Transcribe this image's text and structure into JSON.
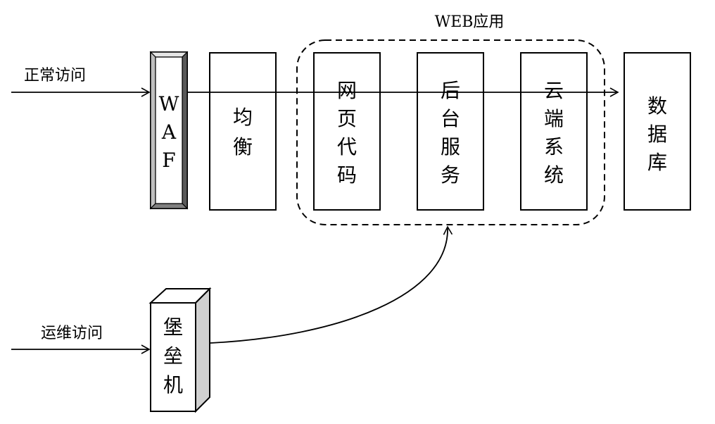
{
  "diagram": {
    "group_label": "WEB应用",
    "normal_access_label": "正常访问",
    "ops_access_label": "运维访问",
    "waf": [
      "W",
      "A",
      "F"
    ],
    "balancer": [
      "均",
      "衡"
    ],
    "web_code": [
      "网",
      "页",
      "代",
      "码"
    ],
    "backend_service": [
      "后",
      "台",
      "服",
      "务"
    ],
    "cloud_system": [
      "云",
      "端",
      "系",
      "统"
    ],
    "database": [
      "数",
      "据",
      "库"
    ],
    "bastion": [
      "堡",
      "垒",
      "机"
    ]
  }
}
